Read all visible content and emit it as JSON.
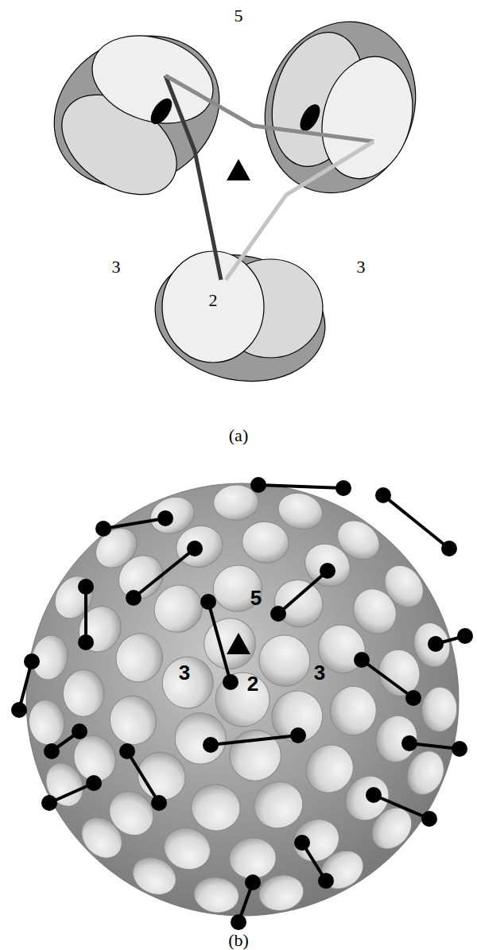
{
  "diagram": {
    "labels": [
      "5",
      "3",
      "3",
      "2",
      "(a)",
      "5",
      "3",
      "2",
      "3",
      "(b)"
    ]
  }
}
